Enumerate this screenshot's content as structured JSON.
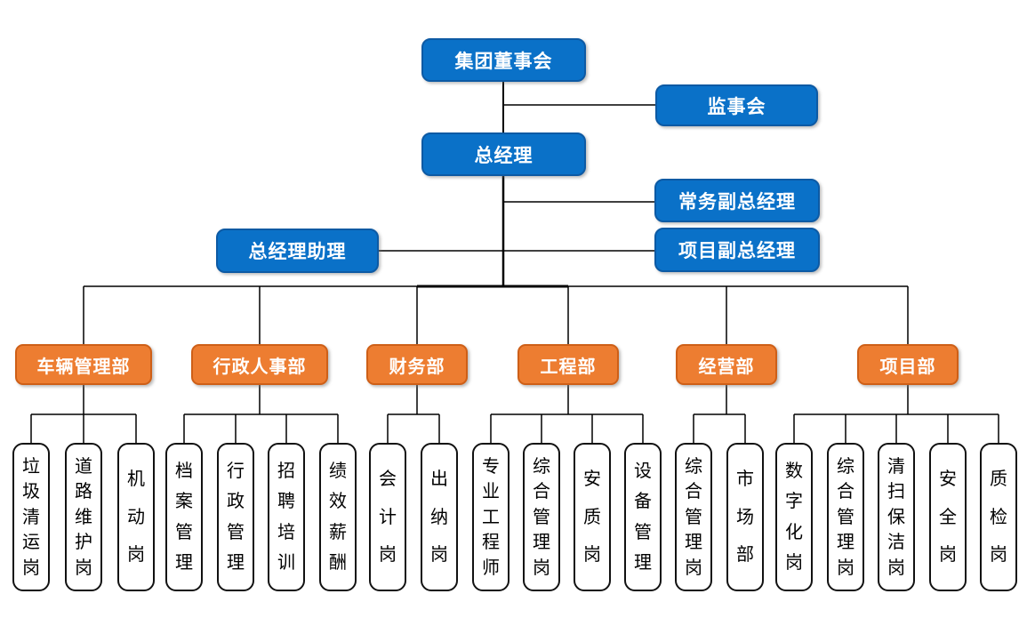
{
  "org": {
    "colors": {
      "executive_fill": "#0a71c8",
      "executive_border": "#0d5aa4",
      "department_fill": "#ED7D31",
      "department_border": "#CE5F17",
      "leaf_fill": "#FFFFFF",
      "leaf_border": "#111111",
      "line": "#000000",
      "text_on_fill": "#FFFFFF"
    },
    "executives": {
      "board": "集团董事会",
      "supervisory": "监事会",
      "gm": "总经理",
      "executive_deputy_gm": "常务副总经理",
      "gm_assistant": "总经理助理",
      "project_deputy_gm": "项目副总经理"
    },
    "departments": [
      {
        "label": "车辆管理部",
        "positions": [
          "垃圾清运岗",
          "道路维护岗",
          "机动岗"
        ]
      },
      {
        "label": "行政人事部",
        "positions": [
          "档案管理",
          "行政管理",
          "招聘培训",
          "绩效薪酬"
        ]
      },
      {
        "label": "财务部",
        "positions": [
          "会计岗",
          "出纳岗"
        ]
      },
      {
        "label": "工程部",
        "positions": [
          "专业工程师",
          "综合管理岗",
          "安质岗",
          "设备管理"
        ]
      },
      {
        "label": "经营部",
        "positions": [
          "综合管理岗",
          "市场部"
        ]
      },
      {
        "label": "项目部",
        "positions": [
          "数字化岗",
          "综合管理岗",
          "清扫保洁岗",
          "安全岗",
          "质检岗"
        ]
      }
    ]
  }
}
